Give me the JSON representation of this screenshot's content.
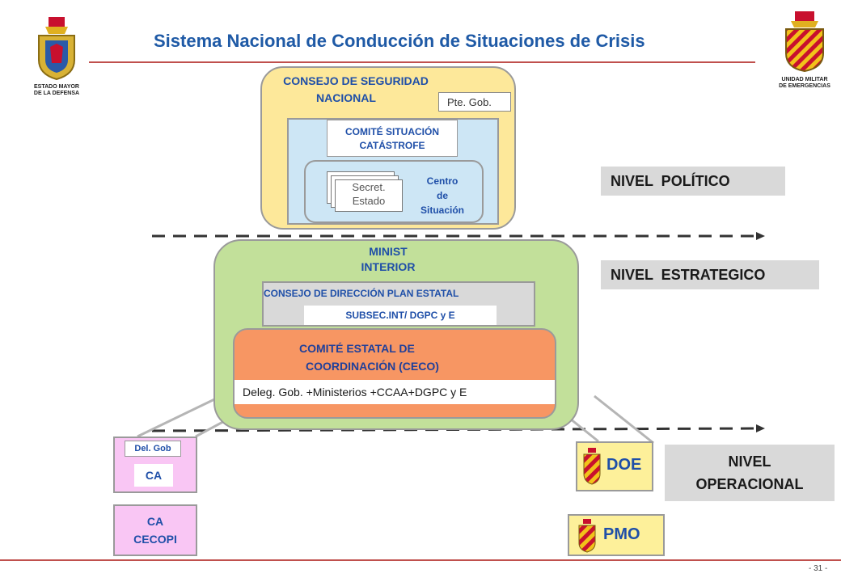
{
  "title": "Sistema Nacional de Conducción de Situaciones de Crisis",
  "left_logo_caption": [
    "ESTADO MAYOR",
    "DE LA DEFENSA"
  ],
  "right_logo_caption": [
    "UNIDAD MILITAR",
    "DE EMERGENCIAS"
  ],
  "political": {
    "consejo": [
      "CONSEJO DE SEGURIDAD",
      "NACIONAL"
    ],
    "pte": "Pte. Gob.",
    "comite": [
      "COMITÉ SITUACIÓN",
      "CATÁSTROFE"
    ],
    "secret": [
      "Secret.",
      "Estado"
    ],
    "centro": [
      "Centro",
      "de",
      "Situación"
    ]
  },
  "strategic": {
    "minist": [
      "MINIST",
      "INTERIOR"
    ],
    "consejo_dir": "CONSEJO DE DIRECCIÓN PLAN ESTATAL",
    "subsec": "SUBSEC.INT/ DGPC y E",
    "ceco": [
      "COMITÉ ESTATAL DE",
      "COORDINACIÓN (CECO)"
    ],
    "deleg": "Deleg. Gob. +Ministerios +CCAA+DGPC y E"
  },
  "operational": {
    "del_gob": "Del. Gob",
    "ca": "CA",
    "cecopi": [
      "CA",
      "CECOPI"
    ],
    "doe": "DOE",
    "pmo": "PMO"
  },
  "levels": {
    "politico": "NIVEL  POLÍTICO",
    "estrategico": "NIVEL  ESTRATEGICO",
    "operacional": [
      "NIVEL",
      "OPERACIONAL"
    ]
  },
  "page_number": "- 31 -",
  "colors": {
    "title": "#1f5aa6",
    "accent_line": "#c0504d",
    "political_bg": "#fde89a",
    "strategic_bg": "#c2e09a",
    "ceco_bg": "#f79663",
    "inner_blue": "#cde6f5",
    "ca_pink": "#f9c6f4",
    "doe_yellow": "#fdf09a"
  }
}
